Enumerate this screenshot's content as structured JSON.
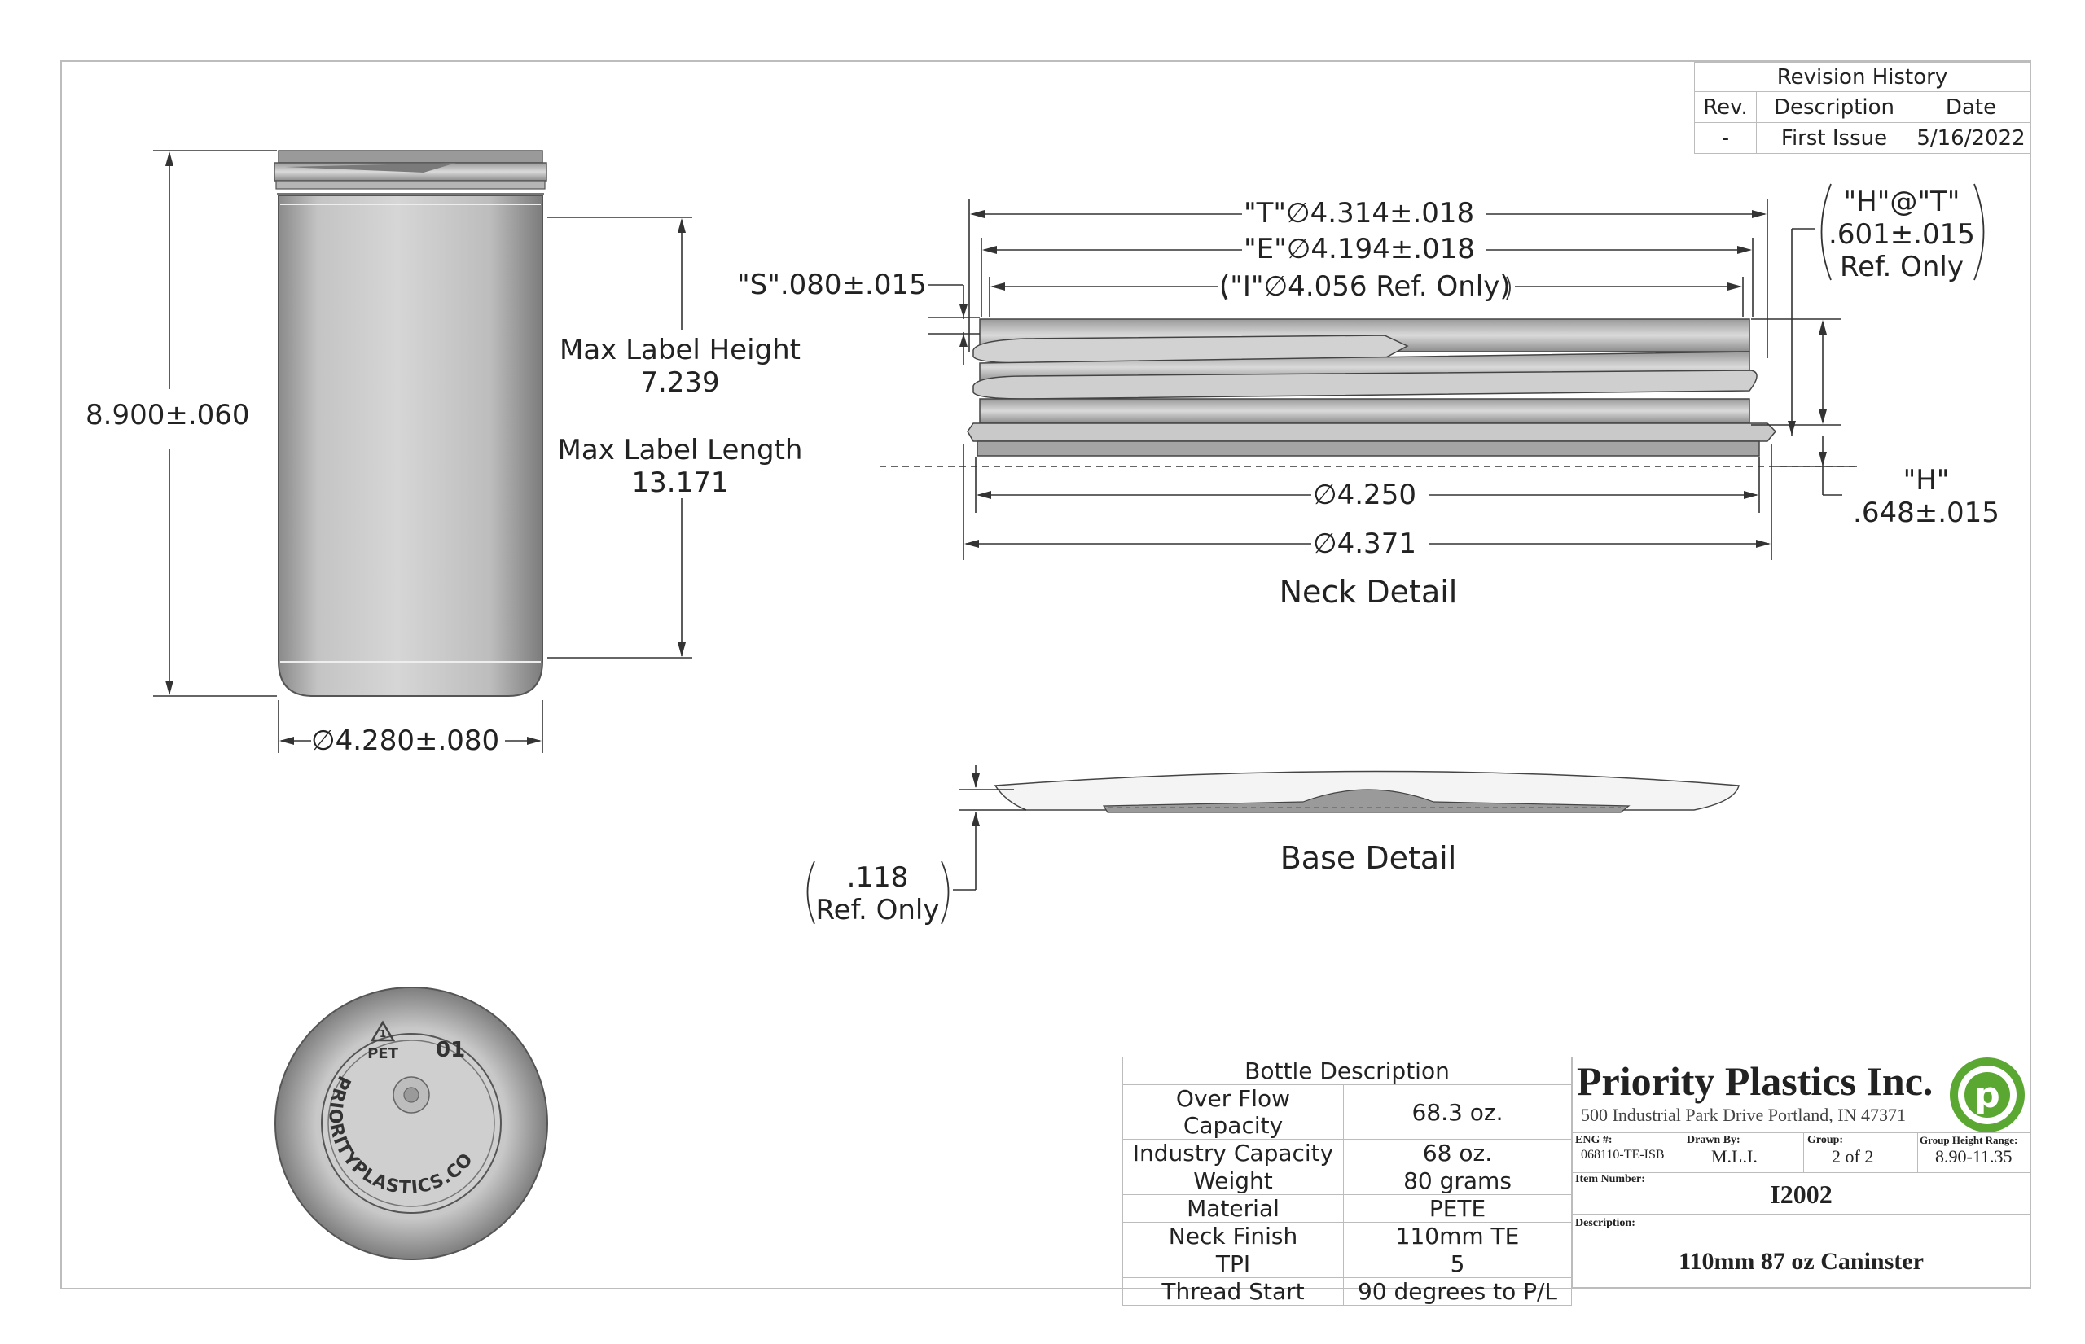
{
  "revision_history": {
    "title": "Revision History",
    "headers": [
      "Rev.",
      "Description",
      "Date"
    ],
    "rows": [
      [
        "-",
        "First Issue",
        "5/16/2022"
      ]
    ]
  },
  "bottle_view": {
    "height_dim": "8.900±.060",
    "diameter_dim": "∅4.280±.080",
    "label_height_title": "Max Label Height",
    "label_height_value": "7.239",
    "label_length_title": "Max Label Length",
    "label_length_value": "13.171"
  },
  "neck_detail": {
    "title": "Neck Detail",
    "t_dim": "\"T\"∅4.314±.018",
    "e_dim": "\"E\"∅4.194±.018",
    "i_dim": "(\"I\"∅4.056 Ref. Only)",
    "s_dim": "\"S\".080±.015",
    "h_at_t_line1": "\"H\"@\"T\"",
    "h_at_t_line2": ".601±.015",
    "h_at_t_line3": "Ref. Only",
    "h_line1": "\"H\"",
    "h_line2": ".648±.015",
    "dia_4250": "∅4.250",
    "dia_4371": "∅4.371"
  },
  "base_detail": {
    "title": "Base Detail",
    "ref_line1": ".118",
    "ref_line2": "Ref. Only"
  },
  "bottom_view": {
    "recycle_code": "01",
    "resin": "PET",
    "website": "PRIORITYPLASTICS.COM"
  },
  "bottle_description": {
    "title": "Bottle Description",
    "rows": [
      {
        "label": "Over Flow Capacity",
        "value": "68.3 oz."
      },
      {
        "label": "Industry Capacity",
        "value": "68 oz."
      },
      {
        "label": "Weight",
        "value": "80 grams"
      },
      {
        "label": "Material",
        "value": "PETE"
      },
      {
        "label": "Neck Finish",
        "value": "110mm TE"
      },
      {
        "label": "TPI",
        "value": "5"
      },
      {
        "label": "Thread Start",
        "value": "90 degrees to P/L"
      }
    ]
  },
  "title_block": {
    "company": "Priority Plastics Inc.",
    "address": "500 Industrial Park Drive Portland, IN 47371",
    "eng_label": "ENG #:",
    "eng_value": "068110-TE-ISB",
    "drawn_label": "Drawn By:",
    "drawn_value": "M.L.I.",
    "group_label": "Group:",
    "group_value": "2 of 2",
    "range_label": "Group Height Range:",
    "range_value": "8.90-11.35",
    "item_label": "Item Number:",
    "item_value": "I2002",
    "desc_label": "Description:",
    "desc_value": "110mm 87 oz Caninster",
    "logo_letter": "p",
    "logo_color": "#5aa832"
  }
}
